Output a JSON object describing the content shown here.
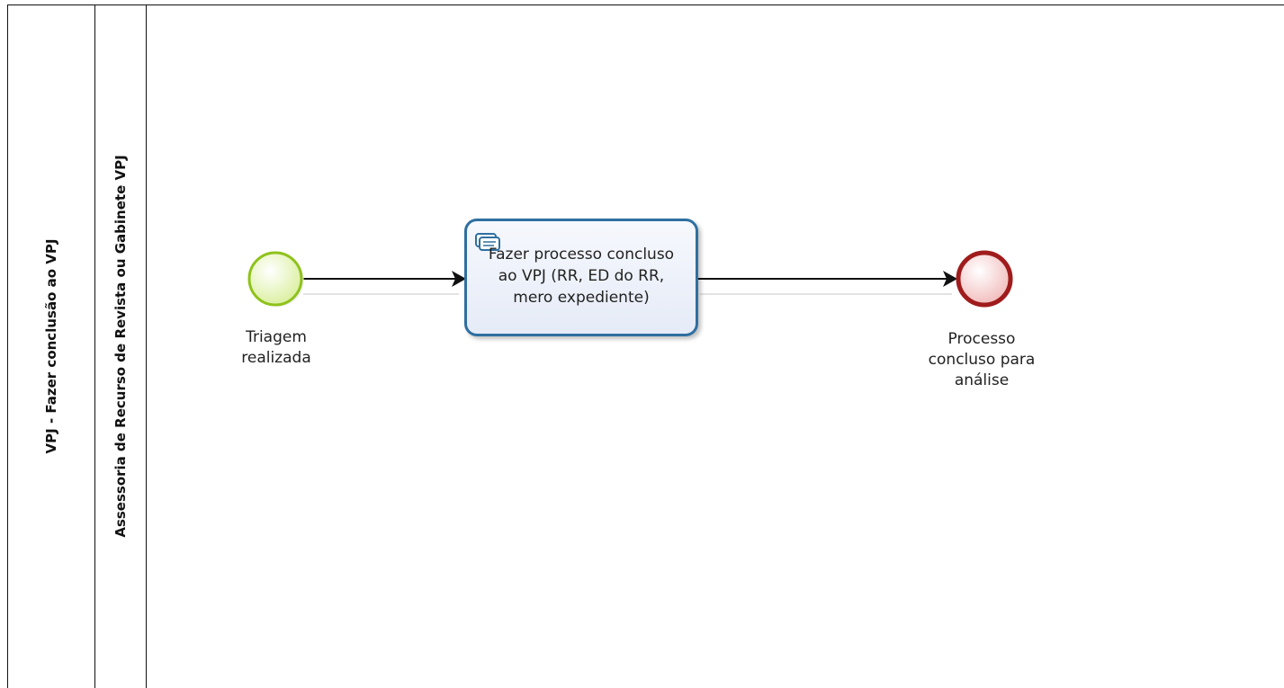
{
  "pool": {
    "label": "VPJ - Fazer conclusão ao VPJ"
  },
  "lane": {
    "label": "Assessoria de Recurso de Revista  ou  Gabinete VPJ"
  },
  "events": {
    "start": {
      "label": "Triagem realizada",
      "color": "#8fc21c"
    },
    "end": {
      "label": "Processo concluso para análise",
      "color": "#a01c1c"
    }
  },
  "task": {
    "label": "Fazer processo concluso ao VPJ (RR, ED do RR, mero expediente)",
    "type_icon": "user-task-icon",
    "border_color": "#2f6fa0"
  }
}
